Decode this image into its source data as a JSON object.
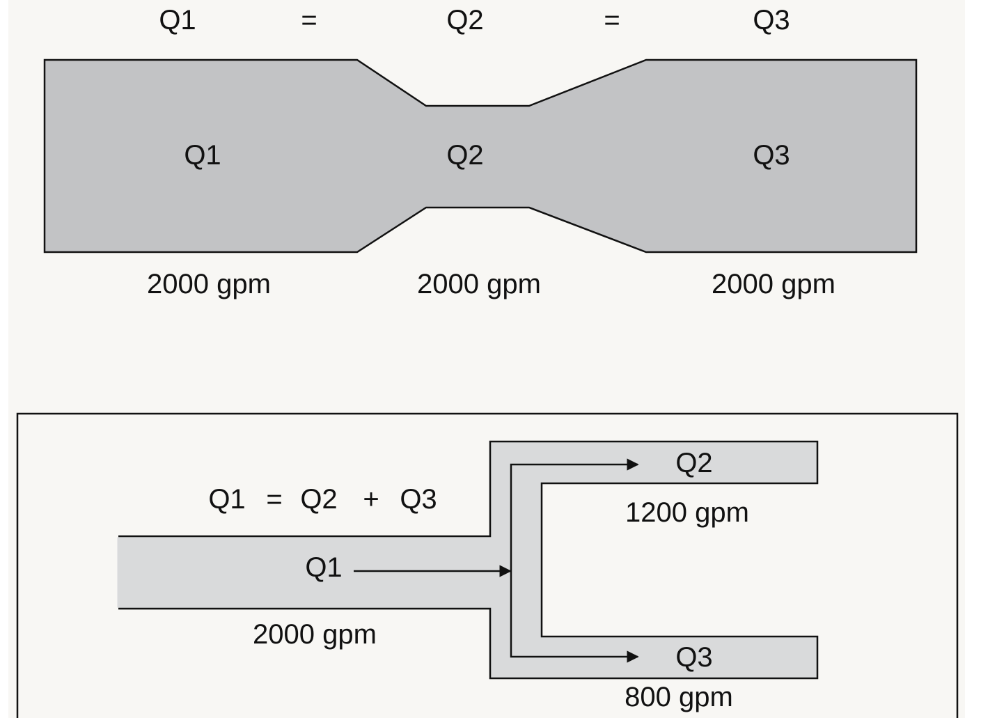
{
  "colors": {
    "background": "#f8f7f4",
    "pipe_fill_top": "#c2c3c5",
    "pipe_fill_bottom": "#d9dadb",
    "stroke": "#111111",
    "text": "#111111"
  },
  "series_pipe": {
    "header": [
      "Q1",
      "=",
      "Q2",
      "=",
      "Q3"
    ],
    "inner_labels": [
      "Q1",
      "Q2",
      "Q3"
    ],
    "flow_labels": [
      "2000 gpm",
      "2000 gpm",
      "2000 gpm"
    ]
  },
  "branch_pipe": {
    "equation": {
      "q1": "Q1",
      "eq": "=",
      "q2": "Q2",
      "plus": "+",
      "q3": "Q3"
    },
    "inlet_label": "Q1",
    "inlet_flow": "2000 gpm",
    "branch_top_label": "Q2",
    "branch_top_flow": "1200 gpm",
    "branch_bottom_label": "Q3",
    "branch_bottom_flow": "800 gpm"
  }
}
